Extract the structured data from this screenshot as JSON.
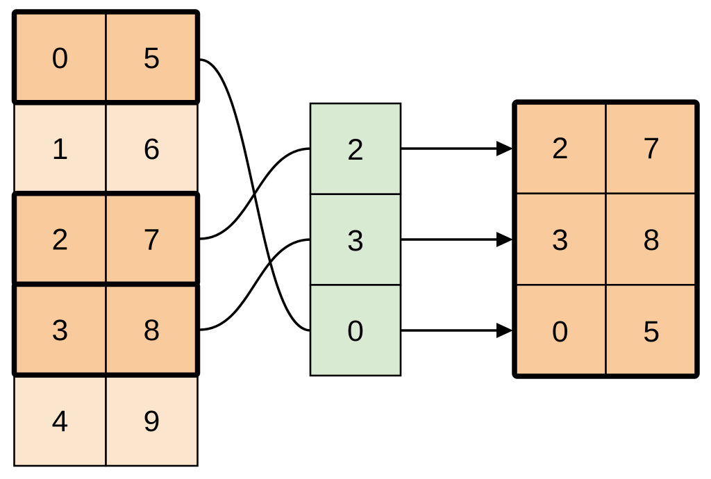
{
  "diagram": {
    "source": {
      "rows": [
        {
          "cells": [
            "0",
            "5"
          ],
          "highlighted": true
        },
        {
          "cells": [
            "1",
            "6"
          ],
          "highlighted": false
        },
        {
          "cells": [
            "2",
            "7"
          ],
          "highlighted": true
        },
        {
          "cells": [
            "3",
            "8"
          ],
          "highlighted": true
        },
        {
          "cells": [
            "4",
            "9"
          ],
          "highlighted": false
        }
      ]
    },
    "index": {
      "values": [
        "2",
        "3",
        "0"
      ]
    },
    "result": {
      "rows": [
        {
          "cells": [
            "2",
            "7"
          ]
        },
        {
          "cells": [
            "3",
            "8"
          ]
        },
        {
          "cells": [
            "0",
            "5"
          ]
        }
      ]
    },
    "colors": {
      "highlight_fill": "#F9CB9C",
      "plain_fill": "#FCE5CD",
      "index_fill": "#D9EAD3",
      "line": "#000000",
      "background": "#FFFFFF"
    }
  }
}
